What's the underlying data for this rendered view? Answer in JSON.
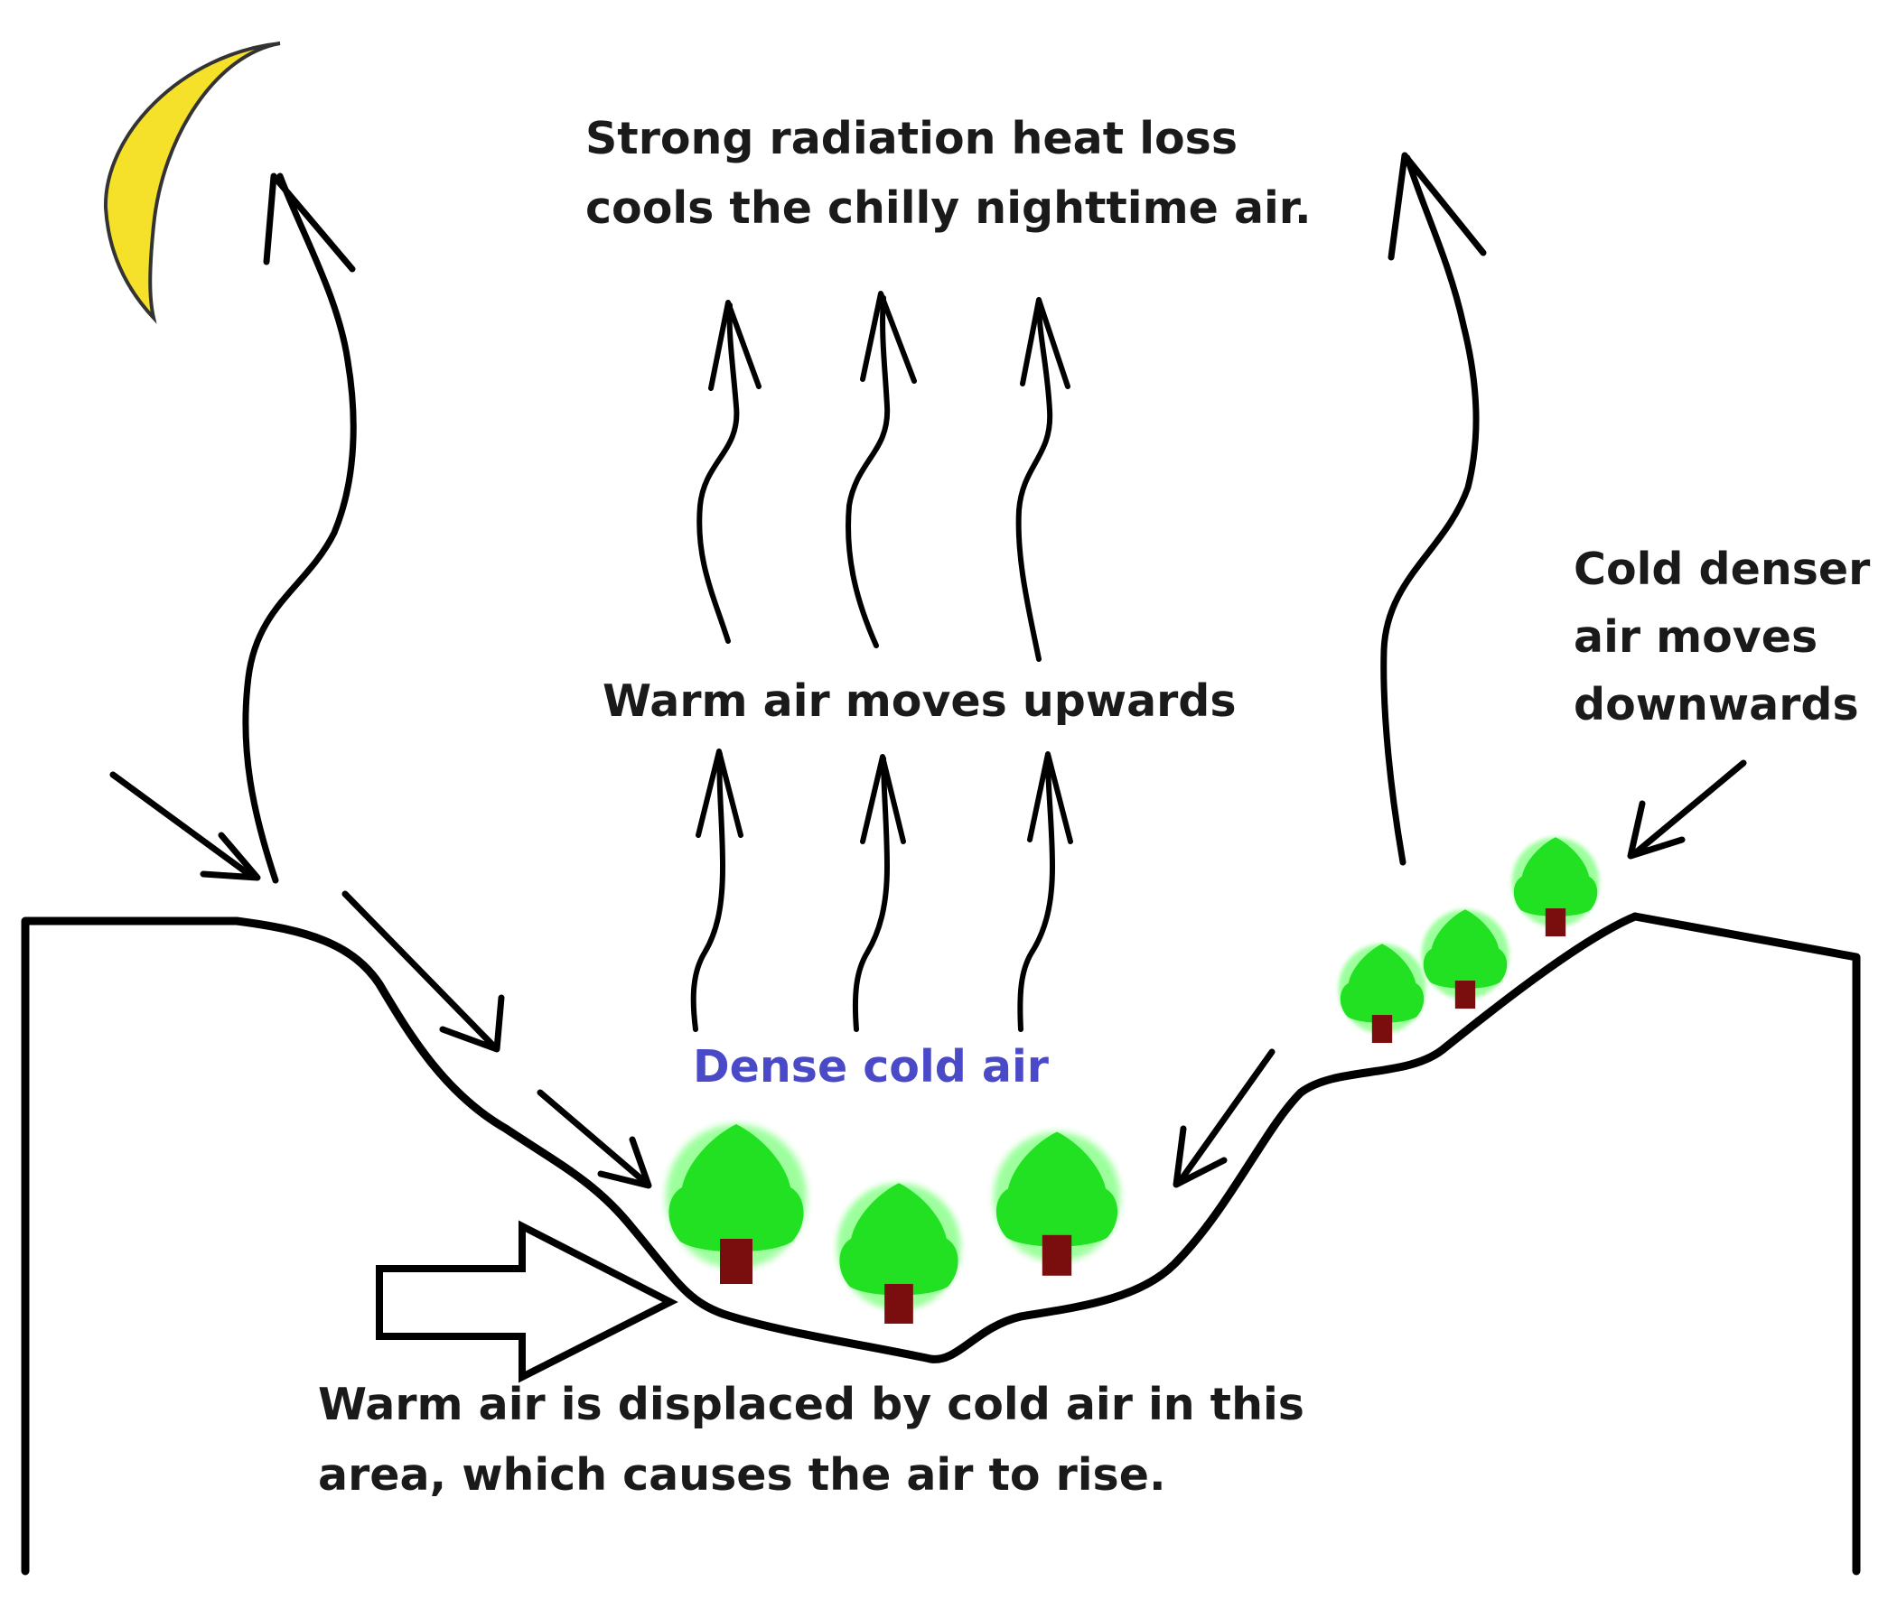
{
  "labels": {
    "radiation_line1": "Strong radiation heat loss",
    "radiation_line2": "cools the chilly nighttime air.",
    "warm_up": "Warm air moves upwards",
    "cold_denser_line1": "Cold denser",
    "cold_denser_line2": "air moves",
    "cold_denser_line3": "downwards",
    "dense_cold": "Dense cold air",
    "displaced_line1": "Warm air is displaced by cold air in this",
    "displaced_line2": "area, which causes the air to rise."
  },
  "colors": {
    "moon": "#f5e12a",
    "tree_foliage": "#22e022",
    "tree_glow": "#9cff9c",
    "tree_trunk": "#7a0e0e",
    "dense_cold_text": "#4a4ac8",
    "line": "#000000"
  },
  "icons": {
    "moon": "crescent-moon-icon",
    "tree": "tree-icon",
    "arrow": "arrow-icon"
  }
}
